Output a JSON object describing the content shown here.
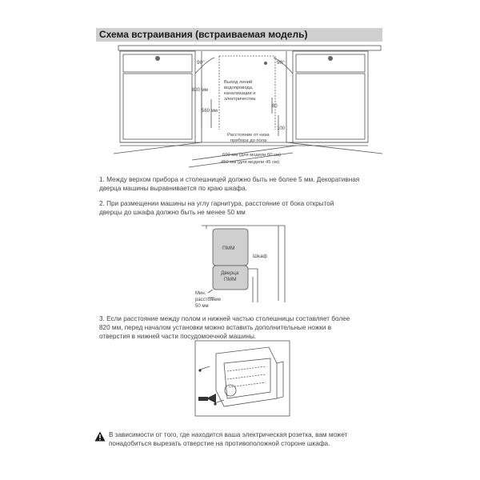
{
  "title": "Схема встраивания (встраиваемая модель)",
  "fig1": {
    "angle_left": "90°",
    "angle_right": "90°",
    "dim_820": "820 мм",
    "dim_560": "560 мм",
    "outlet_note": [
      "Выход линий",
      "водопровода,",
      "канализации и",
      "электричества"
    ],
    "dim_80": "80",
    "dim_100": "100",
    "floor_note": [
      "Расстояние от низа",
      "прибора до пола"
    ],
    "dim_600": "600 мм (для модели 60 см)",
    "dim_450": "450 мм (для модели 45 см)"
  },
  "note1": [
    "1. Между верхом прибора и столешницей должно быть не более 5 мм. Декоративная",
    "дверца машины выравнивается по краю шкафа."
  ],
  "note2": [
    "2. При размещении машины на углу гарнитура, расстояние от бока открытой",
    "дверцы до шкафа должно быть не менее 50 мм"
  ],
  "fig2": {
    "pmm": "ПММ",
    "door": [
      "Дверца",
      "ПММ"
    ],
    "cabinet": "Шкаф",
    "min_dist": [
      "Мин.",
      "расстояние",
      "50 мм"
    ]
  },
  "note3": [
    "3. Если расстояние между полом и нижней частью столешницы составляет более",
    "820 мм, перед началом установки можно вставить дополнительные ножки в",
    "отверстия в нижней части посудомоечной машины."
  ],
  "warning": [
    "В зависимости от того, где находится ваша электрическая розетка, вам может",
    "понадобиться вырезать отверстие на противоположной стороне шкафа."
  ],
  "icons": {
    "warning": "warning-icon"
  }
}
